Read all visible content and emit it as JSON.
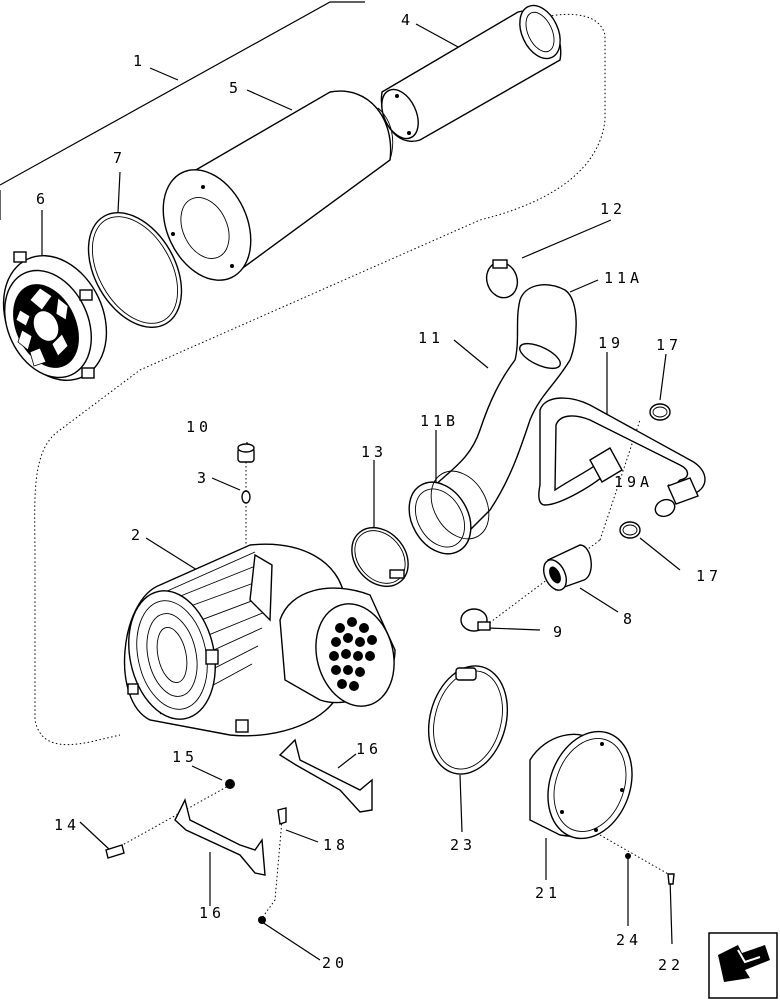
{
  "diagram": {
    "callouts": [
      {
        "id": "1",
        "text": "1"
      },
      {
        "id": "2",
        "text": "2"
      },
      {
        "id": "3",
        "text": "3"
      },
      {
        "id": "4",
        "text": "4"
      },
      {
        "id": "5",
        "text": "5"
      },
      {
        "id": "6",
        "text": "6"
      },
      {
        "id": "7",
        "text": "7"
      },
      {
        "id": "8",
        "text": "8"
      },
      {
        "id": "9",
        "text": "9"
      },
      {
        "id": "10",
        "text": "10"
      },
      {
        "id": "11",
        "text": "11"
      },
      {
        "id": "11A",
        "text": "11A"
      },
      {
        "id": "11B",
        "text": "11B"
      },
      {
        "id": "12",
        "text": "12"
      },
      {
        "id": "13",
        "text": "13"
      },
      {
        "id": "14",
        "text": "14"
      },
      {
        "id": "15",
        "text": "15"
      },
      {
        "id": "16a",
        "text": "16"
      },
      {
        "id": "16b",
        "text": "16"
      },
      {
        "id": "17a",
        "text": "17"
      },
      {
        "id": "17b",
        "text": "17"
      },
      {
        "id": "18",
        "text": "18"
      },
      {
        "id": "19",
        "text": "19"
      },
      {
        "id": "19A",
        "text": "19A"
      },
      {
        "id": "20",
        "text": "20"
      },
      {
        "id": "21",
        "text": "21"
      },
      {
        "id": "22",
        "text": "22"
      },
      {
        "id": "23",
        "text": "23"
      },
      {
        "id": "24",
        "text": "24"
      }
    ]
  },
  "nav": {
    "icon": "return-arrow-icon"
  }
}
